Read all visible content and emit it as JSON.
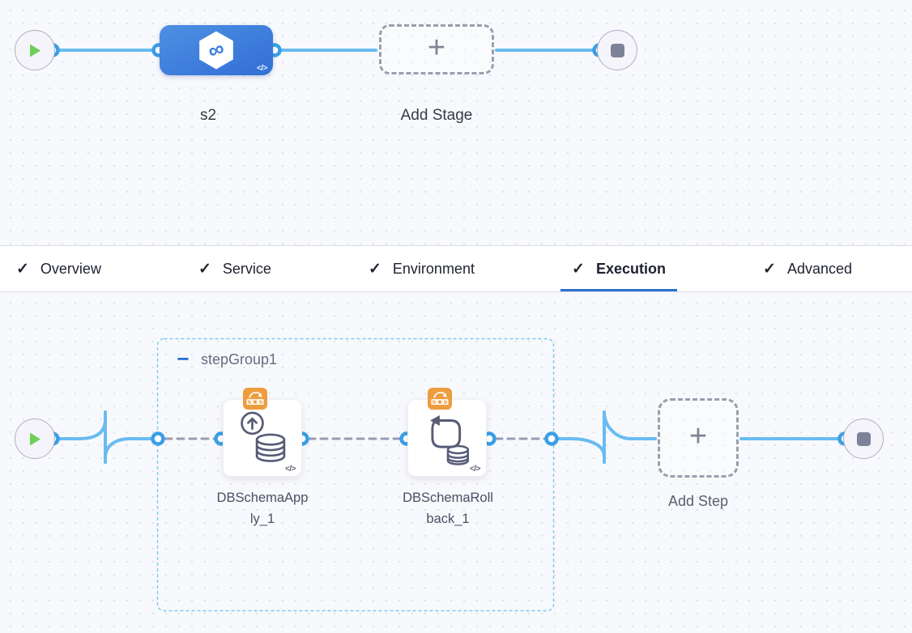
{
  "stage_pipeline": {
    "start_icon": "play",
    "end_icon": "stop",
    "stage": {
      "name": "s2",
      "icon": "harness-cd-hexagon",
      "infinity_glyph": "∞",
      "code_badge": "</>"
    },
    "add_stage": {
      "label": "Add Stage",
      "plus_glyph": "+"
    }
  },
  "tabs": {
    "check_glyph": "✓",
    "items": [
      {
        "label": "Overview",
        "checked": true,
        "active": false
      },
      {
        "label": "Service",
        "checked": true,
        "active": false
      },
      {
        "label": "Environment",
        "checked": true,
        "active": false
      },
      {
        "label": "Execution",
        "checked": true,
        "active": true
      },
      {
        "label": "Advanced",
        "checked": true,
        "active": false
      }
    ]
  },
  "execution_tab": {
    "step_group": {
      "name": "stepGroup1",
      "collapse_glyph": "−",
      "collapsed": false
    },
    "steps": [
      {
        "name": "DBSchemaApply_1",
        "icon": "db-schema-apply",
        "strategy_badge": "rolling",
        "code_badge": "</>"
      },
      {
        "name": "DBSchemaRollback_1",
        "icon": "db-schema-rollback",
        "strategy_badge": "rolling",
        "code_badge": "</>"
      }
    ],
    "add_step": {
      "label": "Add Step",
      "plus_glyph": "+"
    },
    "start_icon": "play",
    "end_icon": "stop"
  },
  "colors": {
    "stage_blue": "#3f7fdb",
    "connector_line": "#68bcf1",
    "connector_ring": "#3a9fe6",
    "dashed_link": "#989db2",
    "group_border": "#76ceec",
    "active_tab_underline": "#2d6fd1",
    "strategy_badge_orange": "#ed9d3e",
    "canvas_background": "#f8f9fc"
  }
}
